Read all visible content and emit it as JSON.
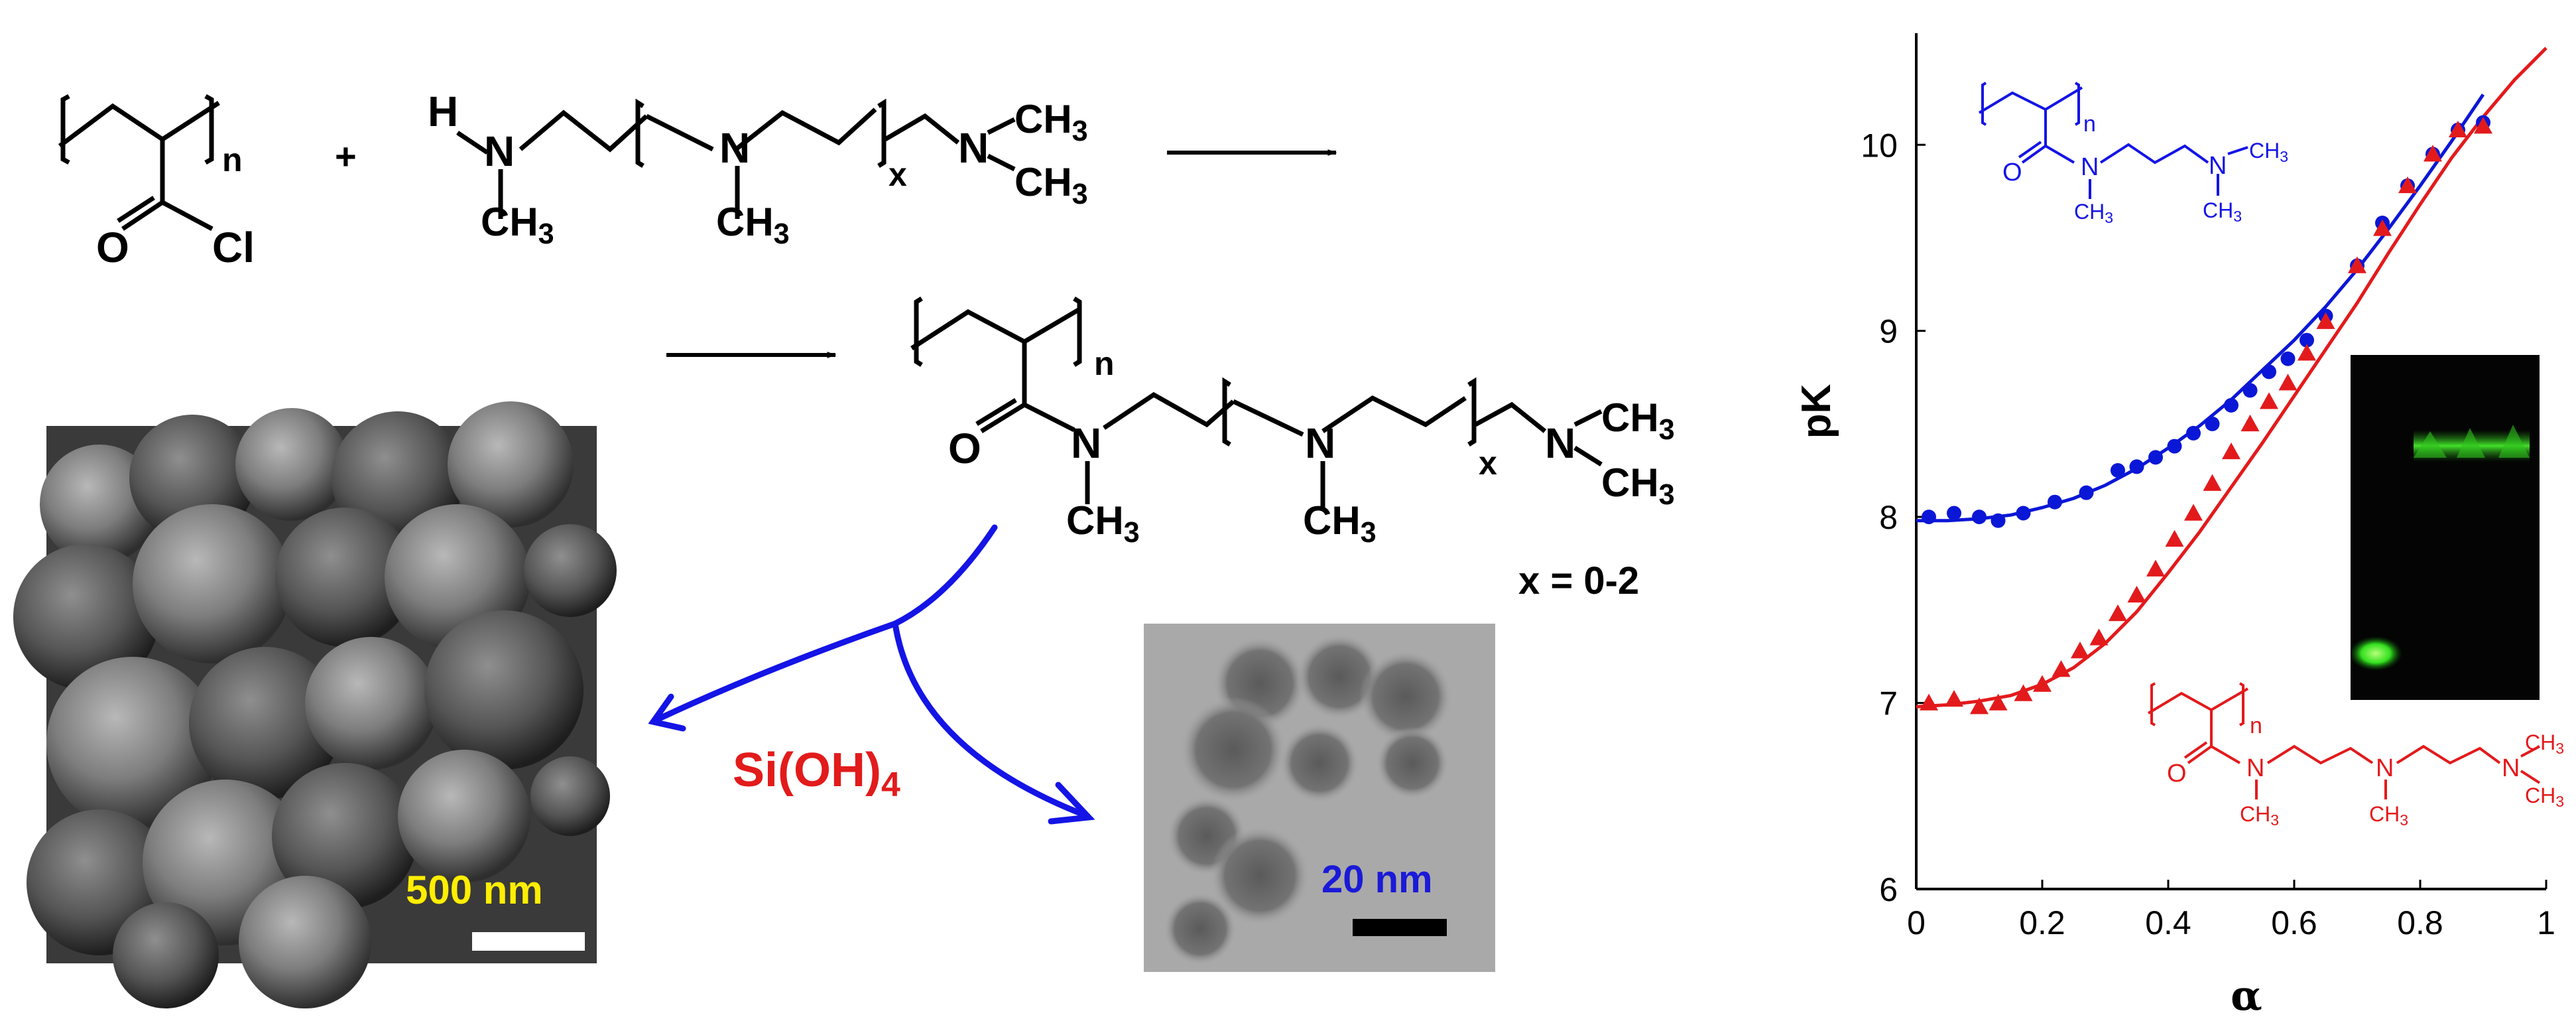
{
  "scheme": {
    "monomer": {
      "subscript": "n",
      "carbonyl_o": "O",
      "chloride": "Cl"
    },
    "plus": "+",
    "amine": {
      "h": "H",
      "n1": "N",
      "ch3_1": "CH3",
      "n2": "N",
      "ch3_2": "CH3",
      "x": "x",
      "n3": "N",
      "ch3_top": "CH3",
      "ch3_bottom": "CH3"
    },
    "product": {
      "subscript": "n",
      "o": "O",
      "n1": "N",
      "ch3_1": "CH3",
      "n2": "N",
      "ch3_2": "CH3",
      "x": "x",
      "n3": "N",
      "ch3_top": "CH3",
      "ch3_bottom": "CH3",
      "x_range": "x = 0-2"
    },
    "reagent": "Si(OH)4"
  },
  "sem": {
    "scale_label": "500 nm"
  },
  "tem": {
    "scale_label": "20 nm"
  },
  "chart_data": {
    "type": "scatter",
    "xlabel": "α",
    "ylabel": "pK",
    "xlim": [
      0,
      1
    ],
    "ylim": [
      6,
      10.6
    ],
    "x_ticks": [
      "0",
      "0.2",
      "0.4",
      "0.6",
      "0.8",
      "1"
    ],
    "y_ticks": [
      "6",
      "7",
      "8",
      "9",
      "10"
    ],
    "grid": false,
    "series": [
      {
        "color": "#0b17d6",
        "marker": "circle",
        "x": [
          0.02,
          0.06,
          0.1,
          0.13,
          0.17,
          0.22,
          0.27,
          0.32,
          0.35,
          0.38,
          0.41,
          0.44,
          0.47,
          0.5,
          0.53,
          0.56,
          0.59,
          0.62,
          0.65,
          0.7,
          0.74,
          0.78,
          0.82,
          0.86,
          0.9
        ],
        "values": [
          8.0,
          8.02,
          8.0,
          7.98,
          8.02,
          8.08,
          8.13,
          8.25,
          8.27,
          8.32,
          8.38,
          8.45,
          8.5,
          8.6,
          8.68,
          8.78,
          8.85,
          8.95,
          9.08,
          9.35,
          9.58,
          9.78,
          9.95,
          10.08,
          10.12
        ]
      },
      {
        "color": "#e31a1c",
        "marker": "triangle",
        "x": [
          0.02,
          0.06,
          0.1,
          0.13,
          0.17,
          0.2,
          0.23,
          0.26,
          0.29,
          0.32,
          0.35,
          0.38,
          0.41,
          0.44,
          0.47,
          0.5,
          0.53,
          0.56,
          0.59,
          0.62,
          0.65,
          0.7,
          0.74,
          0.78,
          0.82,
          0.86,
          0.9
        ],
        "values": [
          7.0,
          7.02,
          6.98,
          7.0,
          7.05,
          7.1,
          7.18,
          7.28,
          7.35,
          7.48,
          7.58,
          7.72,
          7.88,
          8.02,
          8.18,
          8.35,
          8.5,
          8.62,
          8.72,
          8.88,
          9.05,
          9.35,
          9.55,
          9.78,
          9.95,
          10.08,
          10.1
        ]
      }
    ],
    "fits": [
      {
        "color": "#0b17d6",
        "x": [
          0.0,
          0.05,
          0.1,
          0.15,
          0.2,
          0.25,
          0.3,
          0.35,
          0.4,
          0.45,
          0.5,
          0.55,
          0.6,
          0.65,
          0.7,
          0.75,
          0.8,
          0.85,
          0.9
        ],
        "values": [
          7.98,
          7.98,
          7.99,
          8.01,
          8.05,
          8.1,
          8.17,
          8.26,
          8.37,
          8.49,
          8.63,
          8.79,
          8.95,
          9.13,
          9.33,
          9.55,
          9.78,
          10.02,
          10.27
        ]
      },
      {
        "color": "#e31a1c",
        "x": [
          0.0,
          0.05,
          0.1,
          0.15,
          0.2,
          0.25,
          0.3,
          0.35,
          0.4,
          0.45,
          0.5,
          0.55,
          0.6,
          0.65,
          0.7,
          0.75,
          0.8,
          0.85,
          0.9,
          0.95,
          1.0
        ],
        "values": [
          6.98,
          6.99,
          7.01,
          7.04,
          7.1,
          7.19,
          7.32,
          7.49,
          7.7,
          7.92,
          8.16,
          8.4,
          8.65,
          8.9,
          9.15,
          9.42,
          9.68,
          9.93,
          10.15,
          10.35,
          10.52
        ]
      }
    ],
    "annotations": {
      "blue": {
        "subscript": "n",
        "o": "O",
        "n_amide": "N",
        "ch3_amide": "CH3",
        "n_terminal": "N",
        "ch3_top": "CH3",
        "ch3_bottom": "CH3"
      },
      "red": {
        "subscript": "n",
        "o": "O",
        "n_amide": "N",
        "ch3_amide": "CH3",
        "n_mid": "N",
        "ch3_mid": "CH3",
        "n_terminal": "N",
        "ch3_top": "CH3",
        "ch3_bottom": "CH3"
      }
    }
  }
}
